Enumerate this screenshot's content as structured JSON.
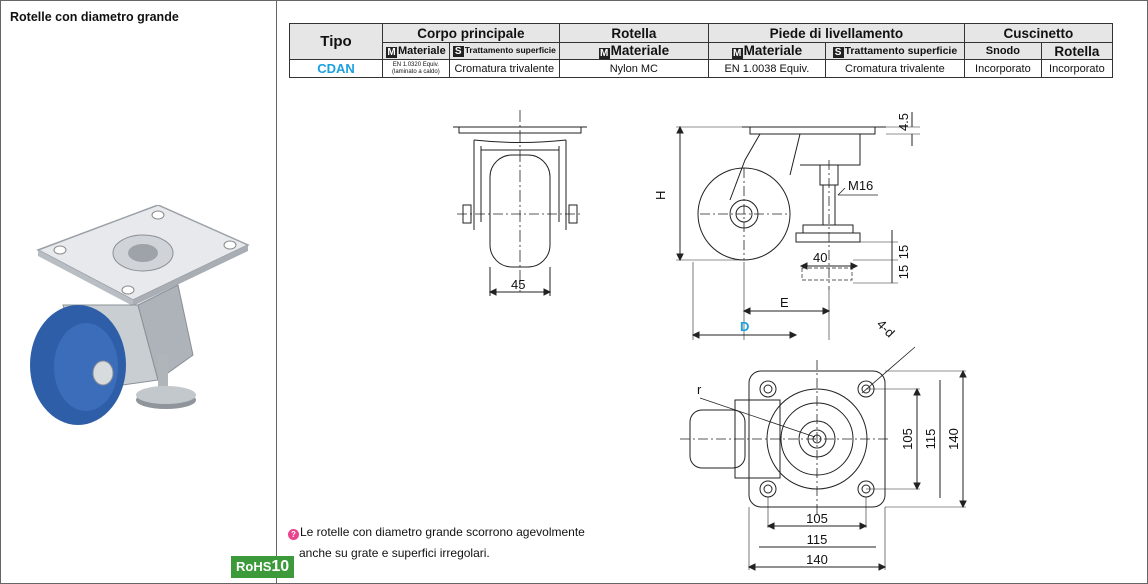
{
  "section_title": "Rotelle con diametro grande",
  "badge": {
    "prefix": "RoHS",
    "number": "10"
  },
  "table": {
    "tipo_header": "Tipo",
    "groups": [
      "Corpo principale",
      "Rotella",
      "Piede di livellamento",
      "Cuscinetto"
    ],
    "sub_headers": {
      "corpo_materiale": "Materiale",
      "corpo_trattamento": "Trattamento superficie",
      "rotella_materiale": "Materiale",
      "piede_materiale": "Materiale",
      "piede_trattamento": "Trattamento superficie",
      "cuscinetto_snodo": "Snodo",
      "cuscinetto_rotella": "Rotella"
    },
    "markers": {
      "m": "M",
      "s": "S"
    },
    "row": {
      "tipo": "CDAN",
      "corpo_materiale_l1": "EN 1.0320 Equiv.",
      "corpo_materiale_l2": "(laminato a caldo)",
      "corpo_trattamento": "Cromatura trivalente",
      "rotella_materiale": "Nylon MC",
      "piede_materiale": "EN 1.0038 Equiv.",
      "piede_trattamento": "Cromatura trivalente",
      "snodo": "Incorporato",
      "rotella": "Incorporato"
    }
  },
  "dimensions": {
    "front_width": "45",
    "top_gap": "4.5",
    "height": "H",
    "thread": "M16",
    "pad_dia": "40",
    "stroke": "15",
    "pad_thickness": "15",
    "offset_e": "E",
    "offset_d": "D",
    "holes": "4-d",
    "radius": "r",
    "plate_v1": "105",
    "plate_v2": "115",
    "plate_v3": "140",
    "plate_h1": "105",
    "plate_h2": "115",
    "plate_h3": "140"
  },
  "colors": {
    "accent": "#1aa0e0",
    "rohs": "#3c9a3a",
    "wheel": "#2f5ea8"
  },
  "note": {
    "icon": "lightbulb-icon",
    "line1": "Le rotelle con diametro grande scorrono agevolmente",
    "line2": "anche su grate e superfici irregolari."
  }
}
